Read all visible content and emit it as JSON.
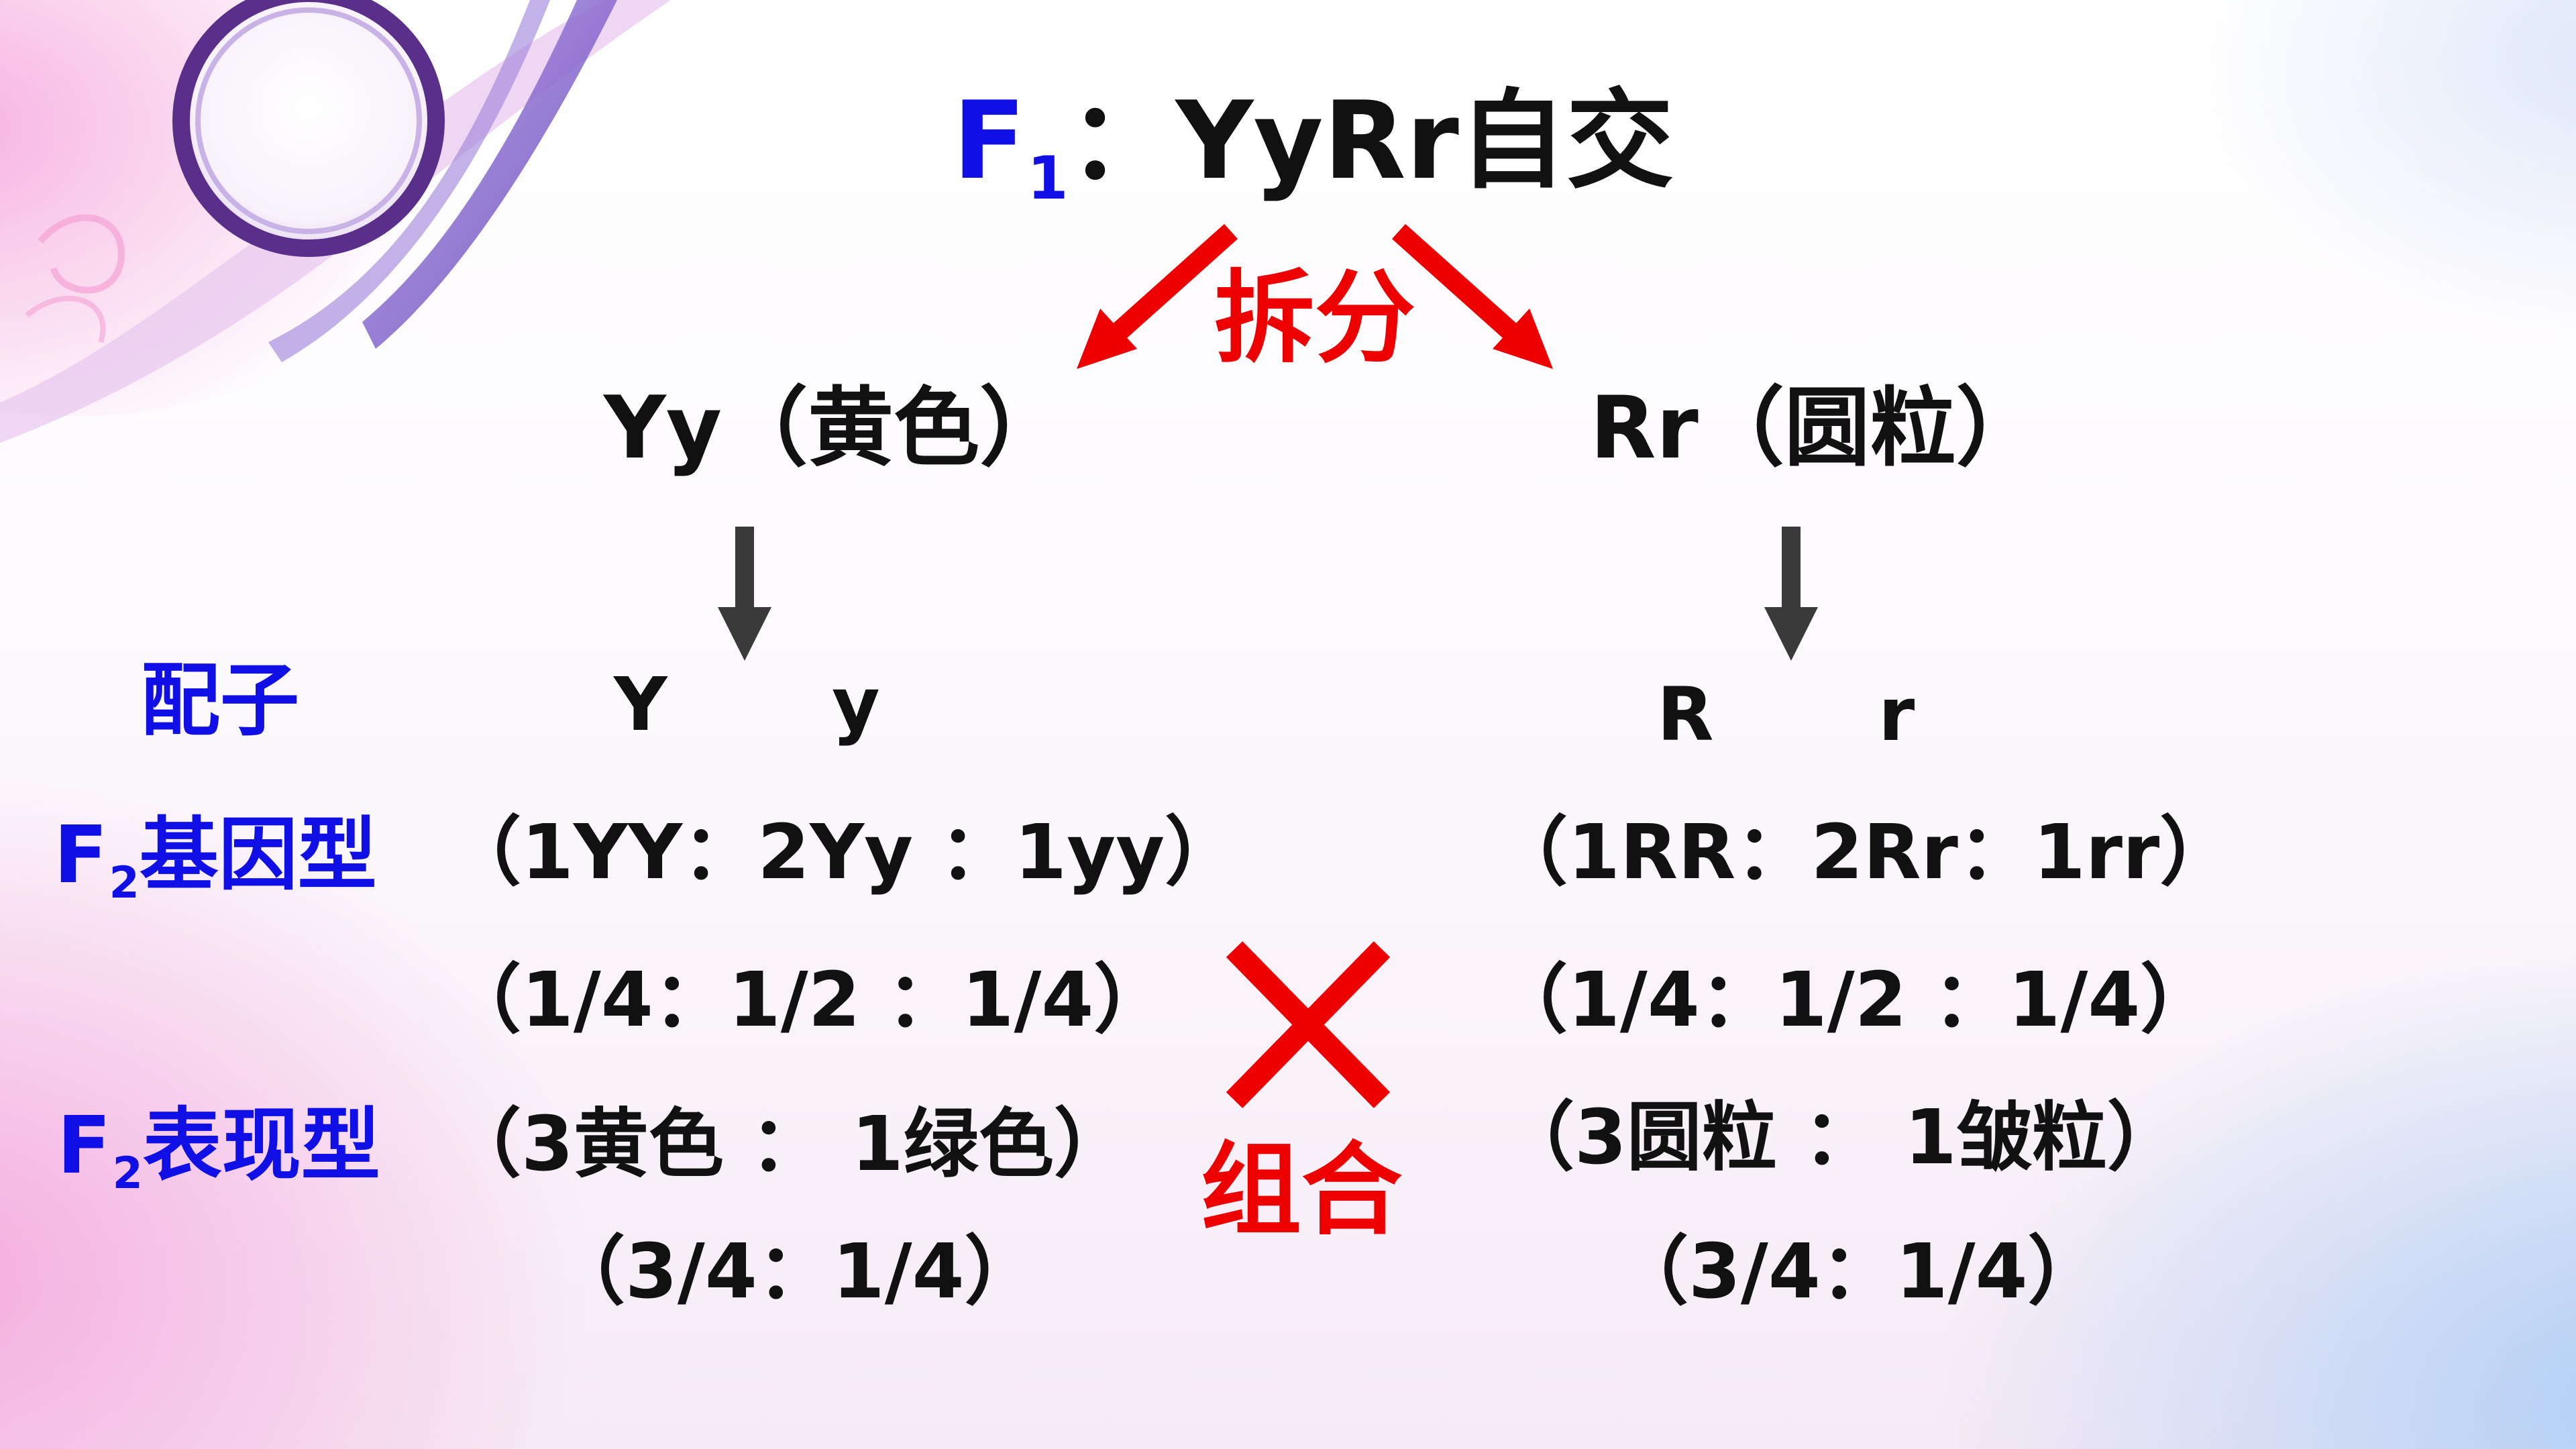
{
  "title": {
    "f_letter": "F",
    "f_sub": "1",
    "rest": "：YyRr自交"
  },
  "split_label": "拆分",
  "combine_label": "组合",
  "row_labels": {
    "gametes": "配子",
    "genotype_prefix": "F",
    "genotype_sub": "2",
    "genotype_rest": "基因型",
    "phenotype_prefix": "F",
    "phenotype_sub": "2",
    "phenotype_rest": "表现型"
  },
  "left": {
    "pair": "Yy（黄色）",
    "gamete_1": "Y",
    "gamete_2": "y",
    "genotype": "（1YY：2Yy ：1yy）",
    "genotype_ratio": "（1/4：1/2 ：1/4）",
    "phenotype": "（3黄色 ： 1绿色）",
    "phenotype_ratio": "（3/4：1/4）"
  },
  "right": {
    "pair": "Rr（圆粒）",
    "gamete_1": "R",
    "gamete_2": "r",
    "genotype": "（1RR：2Rr：1rr）",
    "genotype_ratio": "（1/4：1/2 ：1/4）",
    "phenotype": "（3圆粒 ： 1皱粒）",
    "phenotype_ratio": "（3/4：1/4）"
  },
  "colors": {
    "blue": "#1010e6",
    "red": "#ee0000",
    "arrow_gray": "#3a3a3a",
    "text": "#111111"
  }
}
